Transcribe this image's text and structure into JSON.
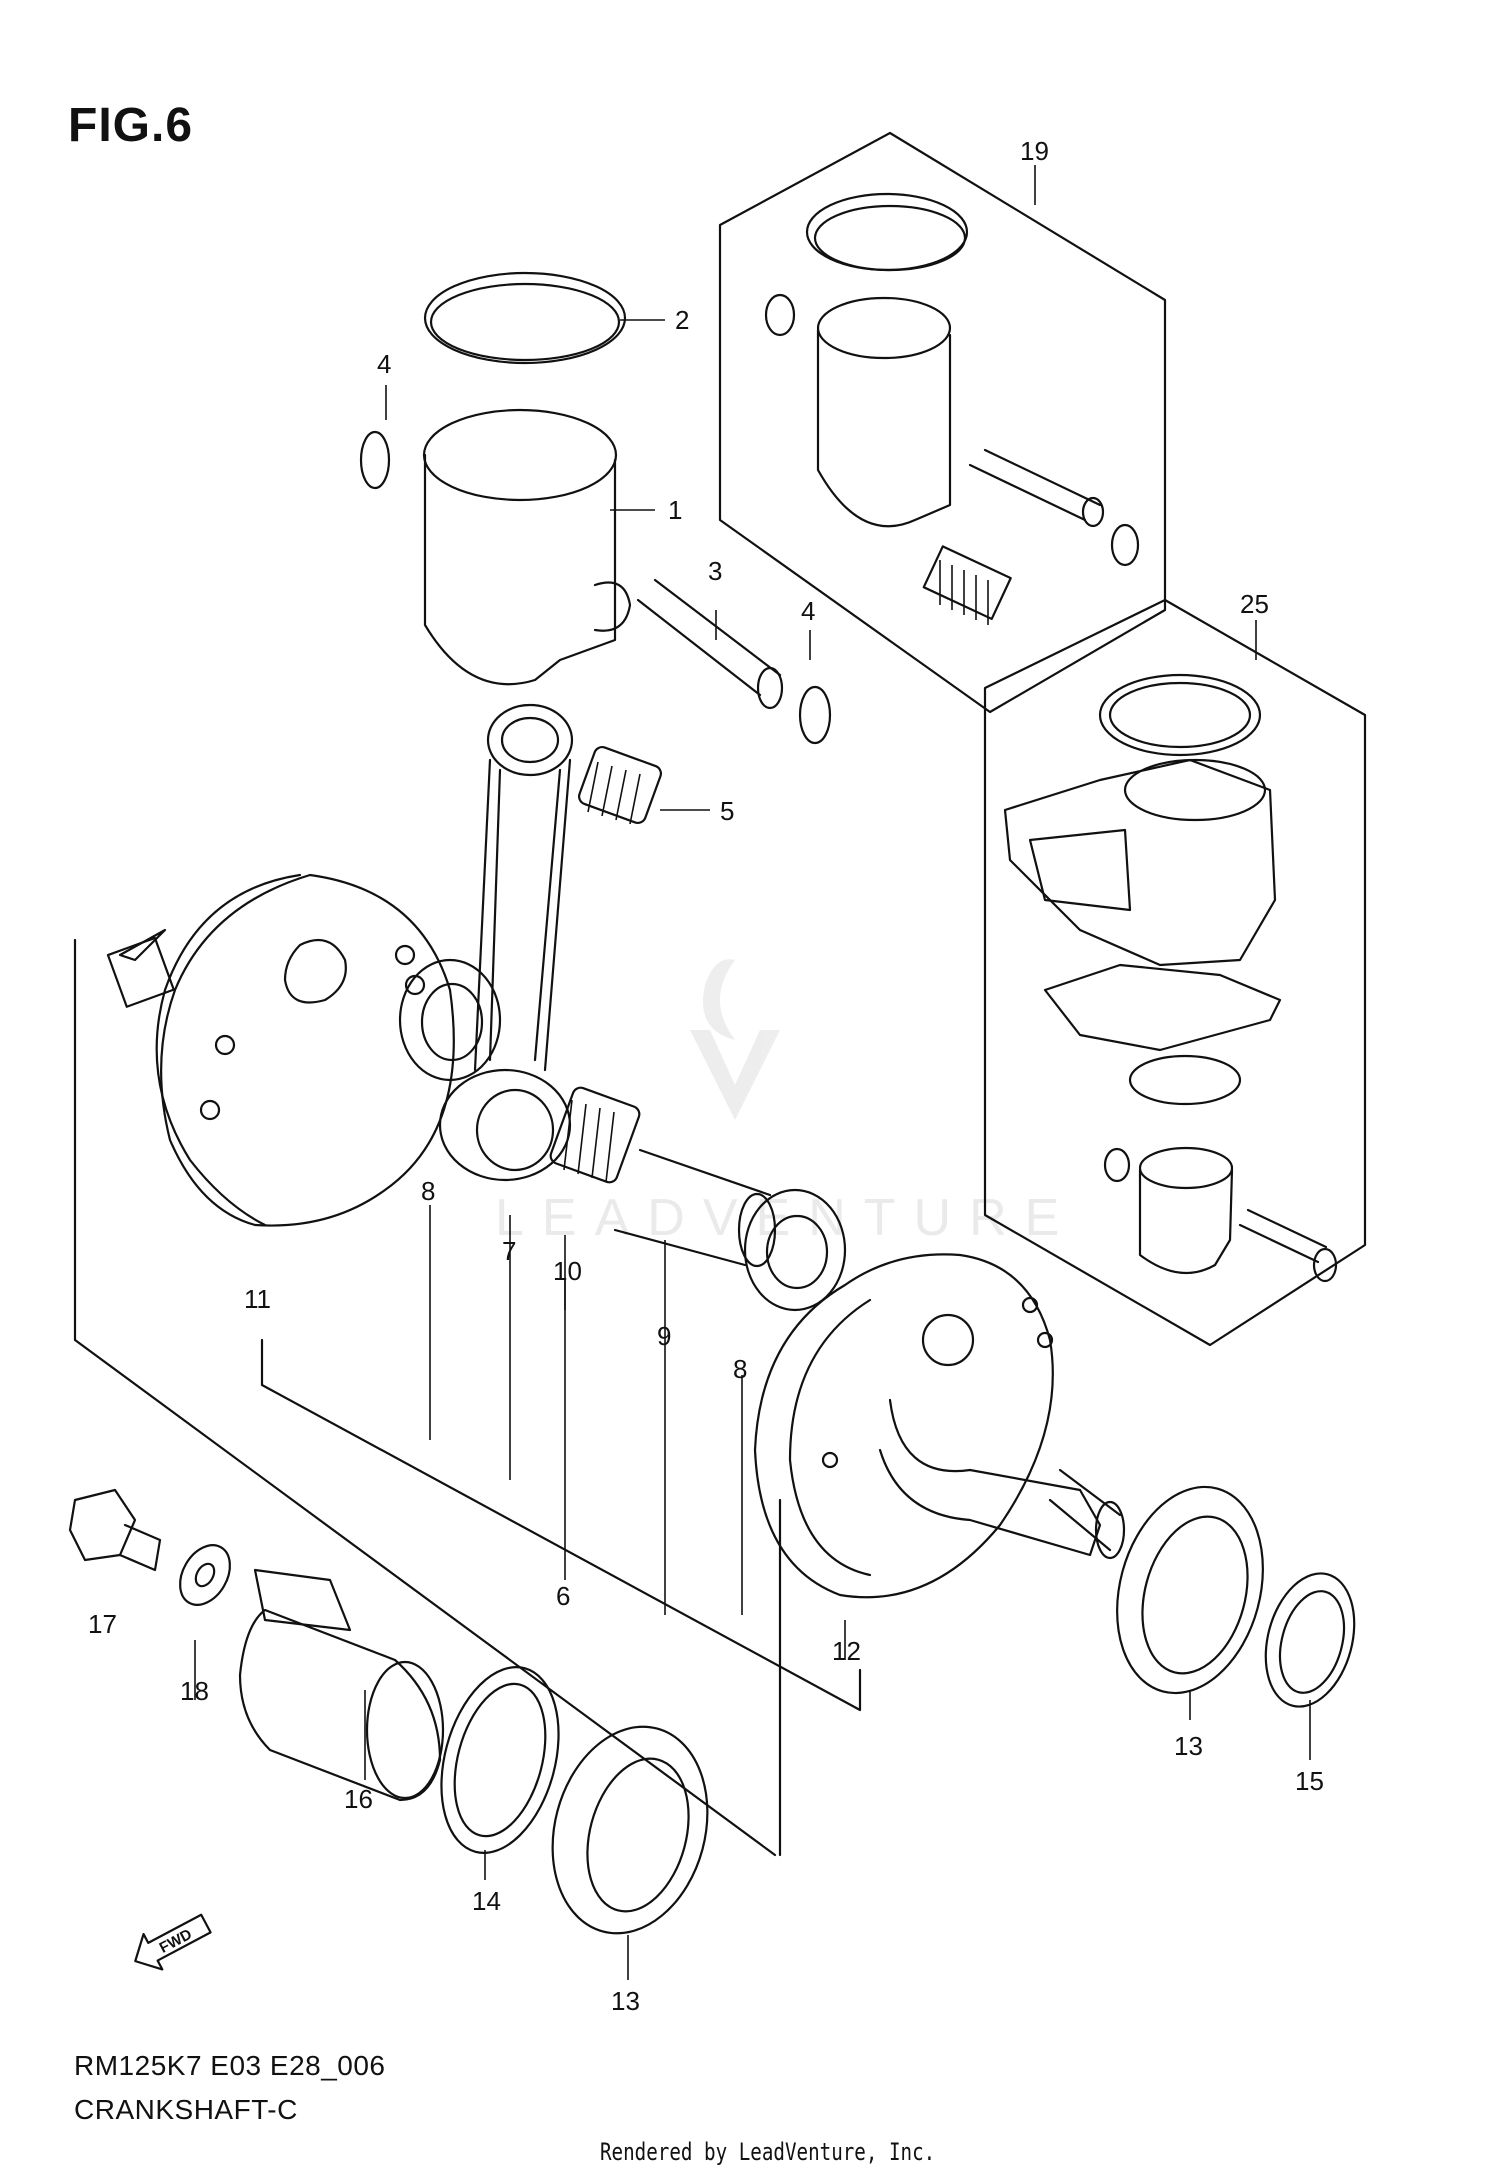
{
  "figure": {
    "title": "FIG.6",
    "model_code": "RM125K7 E03 E28_006",
    "diagram_name": "CRANKSHAFT-C",
    "footer": "Rendered by LeadVenture, Inc.",
    "watermark": "LEADVENTURE",
    "direction_label": "FWD"
  },
  "callouts": [
    {
      "id": "c1",
      "text": "1"
    },
    {
      "id": "c2",
      "text": "2"
    },
    {
      "id": "c3",
      "text": "3"
    },
    {
      "id": "c4a",
      "text": "4"
    },
    {
      "id": "c4b",
      "text": "4"
    },
    {
      "id": "c5",
      "text": "5"
    },
    {
      "id": "c6",
      "text": "6"
    },
    {
      "id": "c7",
      "text": "7"
    },
    {
      "id": "c8a",
      "text": "8"
    },
    {
      "id": "c8b",
      "text": "8"
    },
    {
      "id": "c9",
      "text": "9"
    },
    {
      "id": "c10",
      "text": "10"
    },
    {
      "id": "c11",
      "text": "11"
    },
    {
      "id": "c12",
      "text": "12"
    },
    {
      "id": "c13a",
      "text": "13"
    },
    {
      "id": "c13b",
      "text": "13"
    },
    {
      "id": "c14",
      "text": "14"
    },
    {
      "id": "c15",
      "text": "15"
    },
    {
      "id": "c16",
      "text": "16"
    },
    {
      "id": "c17",
      "text": "17"
    },
    {
      "id": "c18",
      "text": "18"
    },
    {
      "id": "c19",
      "text": "19"
    },
    {
      "id": "c25",
      "text": "25"
    }
  ]
}
